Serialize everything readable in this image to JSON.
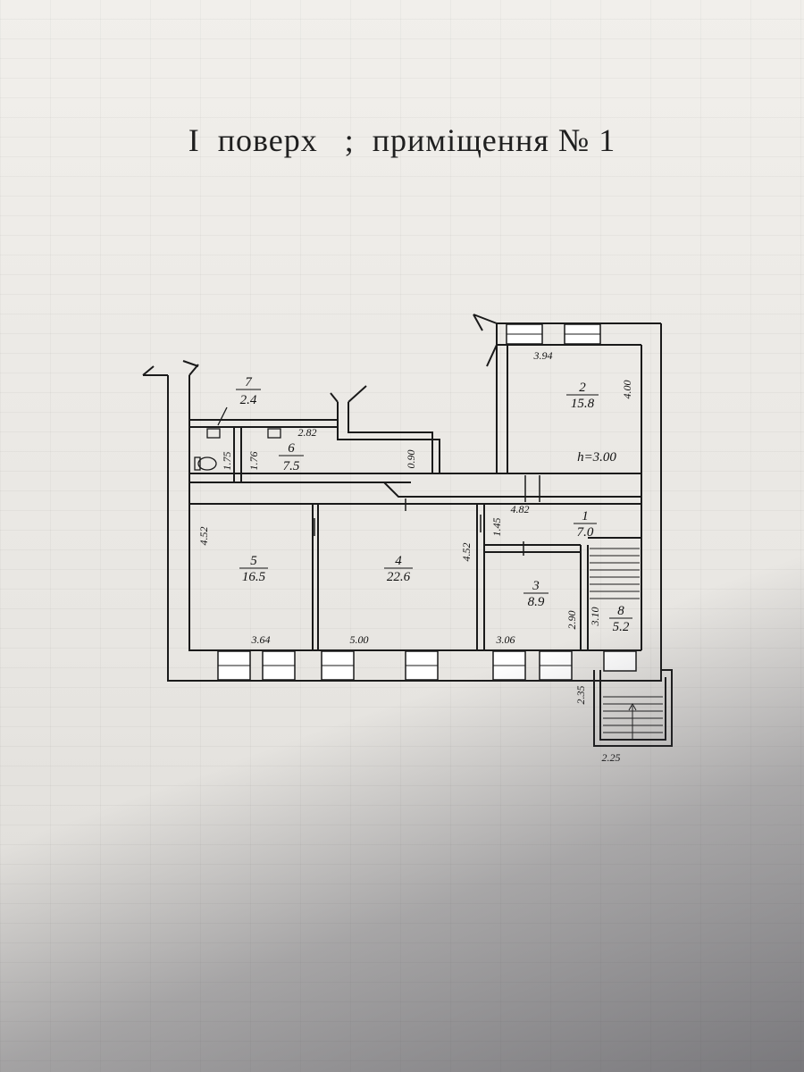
{
  "title": "I  поверх   ;  приміщення № 1",
  "ceiling": "h=3.00",
  "rooms": [
    {
      "num": "1",
      "area": "7.0"
    },
    {
      "num": "2",
      "area": "15.8"
    },
    {
      "num": "3",
      "area": "8.9"
    },
    {
      "num": "4",
      "area": "22.6"
    },
    {
      "num": "5",
      "area": "16.5"
    },
    {
      "num": "6",
      "area": "7.5"
    },
    {
      "num": "7",
      "area": "2.4"
    },
    {
      "num": "8",
      "area": "5.2"
    }
  ],
  "dimensions": {
    "r2_width": "3.94",
    "r2_depth": "4.00",
    "r6_width": "2.82",
    "wc_a": "1.75",
    "wc_b": "1.76",
    "r6_depth": "0.90",
    "r1_width": "4.82",
    "r1_depth": "1.45",
    "r5_depth": "4.52",
    "r4_depth": "4.52",
    "r5_width": "3.64",
    "r4_width": "5.00",
    "r3_width": "3.06",
    "r3_depth": "2.90",
    "r8_depth": "3.10",
    "porch_depth": "2.35",
    "porch_width": "2.25"
  }
}
